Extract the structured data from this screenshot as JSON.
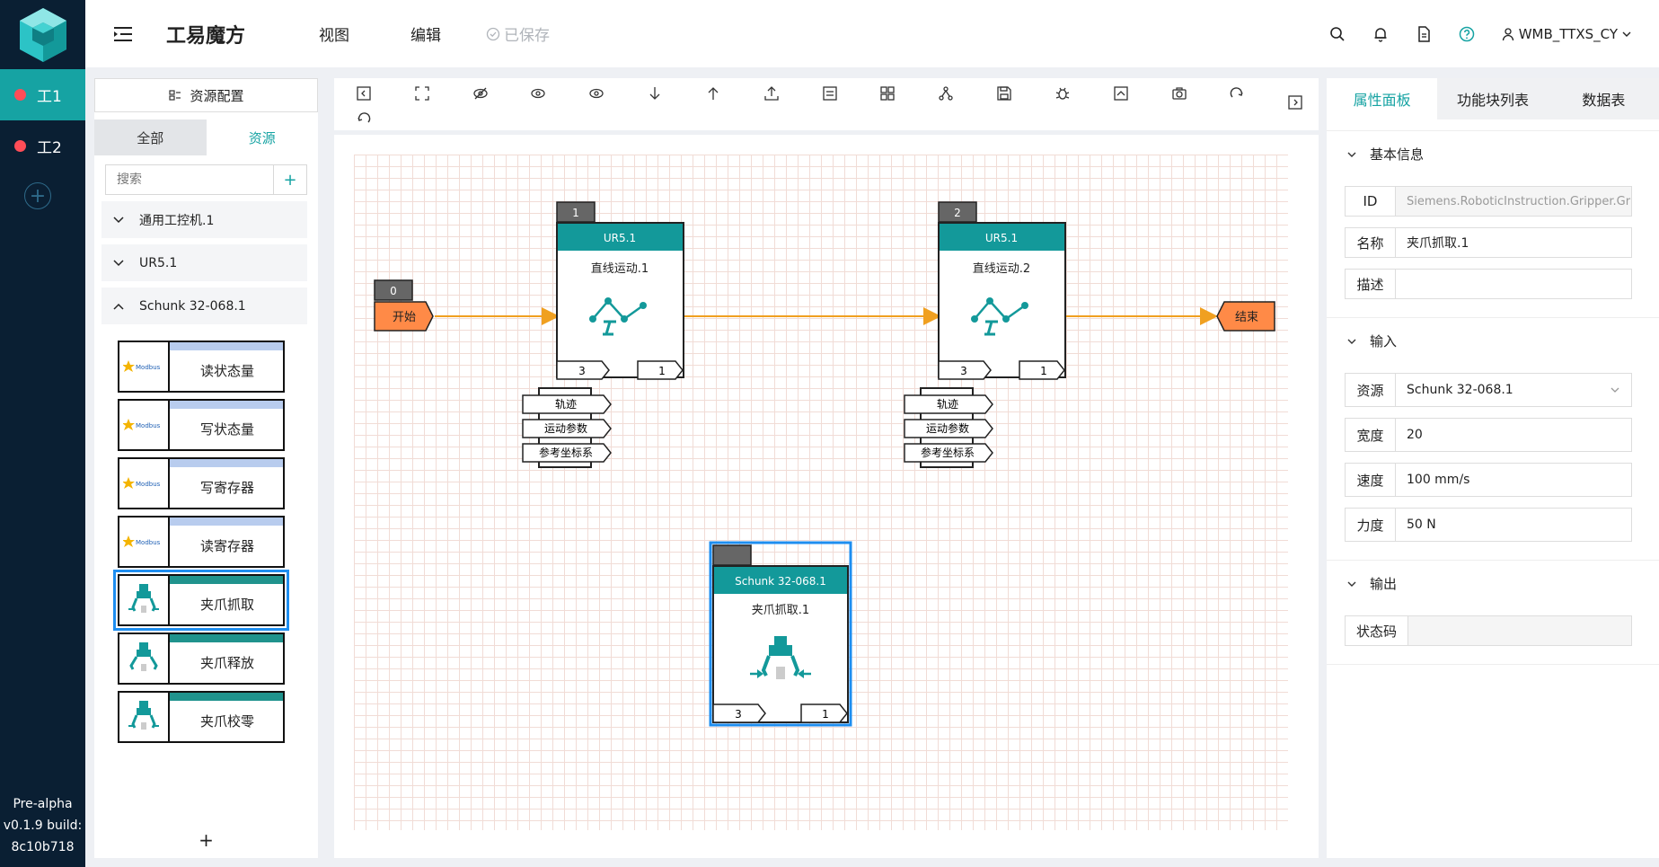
{
  "rail": {
    "tabs": [
      {
        "label": "工1",
        "active": true
      },
      {
        "label": "工2",
        "active": false
      }
    ],
    "add_label": "+",
    "version_lines": [
      "Pre-alpha",
      "v0.1.9 build:",
      "8c10b718"
    ]
  },
  "header": {
    "title": "工易魔方",
    "nav": [
      "视图",
      "编辑"
    ],
    "saved_label": "已保存",
    "username": "WMB_TTXS_CY"
  },
  "resource_panel": {
    "config_label": "资源配置",
    "tabs": [
      {
        "label": "全部",
        "active": false
      },
      {
        "label": "资源",
        "active": true
      }
    ],
    "search_placeholder": "搜索",
    "add_label": "+",
    "tree": [
      {
        "label": "通用工控机.1",
        "expanded": false
      },
      {
        "label": "UR5.1",
        "expanded": false
      },
      {
        "label": "Schunk 32-068.1",
        "expanded": true
      }
    ],
    "blocks": [
      {
        "label": "读状态量",
        "band": "#b8ccee",
        "icon": "vendor-logo-icon",
        "logo_text": "Modbus"
      },
      {
        "label": "写状态量",
        "band": "#b8ccee",
        "icon": "vendor-logo-icon",
        "logo_text": "Modbus"
      },
      {
        "label": "写寄存器",
        "band": "#b8ccee",
        "icon": "vendor-logo-icon",
        "logo_text": "Modbus"
      },
      {
        "label": "读寄存器",
        "band": "#b8ccee",
        "icon": "vendor-logo-icon",
        "logo_text": "Modbus"
      },
      {
        "label": "夹爪抓取",
        "band": "#20938d",
        "icon": "gripper-icon",
        "selected": true
      },
      {
        "label": "夹爪释放",
        "band": "#20938d",
        "icon": "gripper-icon"
      },
      {
        "label": "夹爪校零",
        "band": "#20938d",
        "icon": "gripper-icon"
      }
    ],
    "footer_add": "+"
  },
  "flow": {
    "start": {
      "id": "0",
      "label": "开始"
    },
    "end": {
      "label": "结束"
    },
    "nodes": [
      {
        "id": "1",
        "resource": "UR5.1",
        "name": "直线运动.1",
        "port_left": "3",
        "port_right": "1",
        "inputs": [
          "轨迹",
          "运动参数",
          "参考坐标系"
        ]
      },
      {
        "id": "2",
        "resource": "UR5.1",
        "name": "直线运动.2",
        "port_left": "3",
        "port_right": "1",
        "inputs": [
          "轨迹",
          "运动参数",
          "参考坐标系"
        ]
      },
      {
        "id": "",
        "resource": "Schunk 32-068.1",
        "name": "夹爪抓取.1",
        "port_left": "3",
        "port_right": "1",
        "selected": true
      }
    ],
    "colors": {
      "node_header": "#13999a",
      "edge": "#f0a020",
      "terminal": "#ff8a47",
      "selection": "#1e8ef0"
    }
  },
  "properties": {
    "tabs": [
      {
        "label": "属性面板",
        "active": true
      },
      {
        "label": "功能块列表",
        "active": false
      },
      {
        "label": "数据表",
        "active": false
      }
    ],
    "sections": {
      "basic": {
        "title": "基本信息",
        "id_label": "ID",
        "id_value": "Siemens.RoboticInstruction.Gripper.GripperG",
        "name_label": "名称",
        "name_value": "夹爪抓取.1",
        "desc_label": "描述",
        "desc_value": ""
      },
      "input": {
        "title": "输入",
        "resource_label": "资源",
        "resource_value": "Schunk 32-068.1",
        "width_label": "宽度",
        "width_value": "20",
        "speed_label": "速度",
        "speed_value": "100 mm/s",
        "force_label": "力度",
        "force_value": "50 N"
      },
      "output": {
        "title": "输出",
        "status_label": "状态码",
        "status_value": ""
      }
    }
  },
  "accent": "#16a3a3"
}
